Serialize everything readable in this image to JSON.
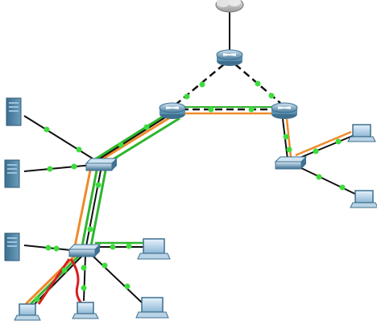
{
  "topology": {
    "devices": [
      {
        "id": "cloud",
        "type": "cloud",
        "icon": "cloud-icon"
      },
      {
        "id": "r-top",
        "type": "router",
        "icon": "router-icon"
      },
      {
        "id": "r-left",
        "type": "router",
        "icon": "router-icon"
      },
      {
        "id": "r-right",
        "type": "router",
        "icon": "router-icon"
      },
      {
        "id": "sw-mid",
        "type": "switch",
        "icon": "switch-icon"
      },
      {
        "id": "sw-bottom",
        "type": "switch",
        "icon": "switch-icon"
      },
      {
        "id": "sw-right",
        "type": "switch",
        "icon": "switch-icon"
      },
      {
        "id": "srv-1",
        "type": "server",
        "icon": "server-icon"
      },
      {
        "id": "srv-2",
        "type": "server",
        "icon": "server-icon"
      },
      {
        "id": "srv-3",
        "type": "server",
        "icon": "server-icon"
      },
      {
        "id": "pc-r1",
        "type": "laptop",
        "icon": "laptop-icon"
      },
      {
        "id": "pc-r2",
        "type": "laptop",
        "icon": "laptop-icon"
      },
      {
        "id": "lap-1",
        "type": "laptop",
        "icon": "laptop-icon"
      },
      {
        "id": "lap-2",
        "type": "laptop",
        "icon": "laptop-icon"
      },
      {
        "id": "lap-3",
        "type": "laptop",
        "icon": "laptop-icon"
      },
      {
        "id": "lap-4",
        "type": "laptop",
        "icon": "laptop-icon"
      }
    ],
    "links": [
      {
        "from": "cloud",
        "to": "r-top",
        "style": "solid",
        "status": "none"
      },
      {
        "from": "r-top",
        "to": "r-left",
        "style": "dashed",
        "status": "up"
      },
      {
        "from": "r-top",
        "to": "r-right",
        "style": "dashed",
        "status": "up"
      },
      {
        "from": "r-left",
        "to": "r-right",
        "style": "dashed",
        "status": "up",
        "highlight": "orange"
      },
      {
        "from": "r-left",
        "to": "sw-mid",
        "style": "solid",
        "status": "up",
        "highlight": "green-orange"
      },
      {
        "from": "r-right",
        "to": "sw-right",
        "style": "solid",
        "status": "up",
        "highlight": "orange"
      },
      {
        "from": "sw-right",
        "to": "pc-r1",
        "style": "solid",
        "status": "up",
        "highlight": "orange"
      },
      {
        "from": "sw-right",
        "to": "pc-r2",
        "style": "solid",
        "status": "up"
      },
      {
        "from": "srv-1",
        "to": "sw-mid",
        "style": "solid",
        "status": "up"
      },
      {
        "from": "srv-2",
        "to": "sw-mid",
        "style": "solid",
        "status": "up"
      },
      {
        "from": "sw-mid",
        "to": "sw-bottom",
        "style": "solid",
        "status": "up",
        "highlight": "green-orange"
      },
      {
        "from": "srv-3",
        "to": "sw-bottom",
        "style": "solid",
        "status": "up"
      },
      {
        "from": "sw-bottom",
        "to": "lap-1",
        "style": "solid",
        "status": "up",
        "highlight": "green"
      },
      {
        "from": "sw-bottom",
        "to": "lap-2",
        "style": "solid",
        "status": "up"
      },
      {
        "from": "sw-bottom",
        "to": "lap-3",
        "style": "solid",
        "status": "up",
        "highlight": "green-orange"
      },
      {
        "from": "sw-bottom",
        "to": "lap-4",
        "style": "solid",
        "status": "up",
        "highlight": "red"
      }
    ],
    "colors": {
      "link": "#111111",
      "link_up_dot": "#3ddc3d",
      "flow_green": "#2db52d",
      "flow_orange": "#f08a2a",
      "flow_red": "#d62020",
      "router_body": "#5a8fb0",
      "switch_body": "#4f83a3",
      "server_body": "#4d7f9e",
      "laptop_screen": "#9ec4df"
    }
  }
}
